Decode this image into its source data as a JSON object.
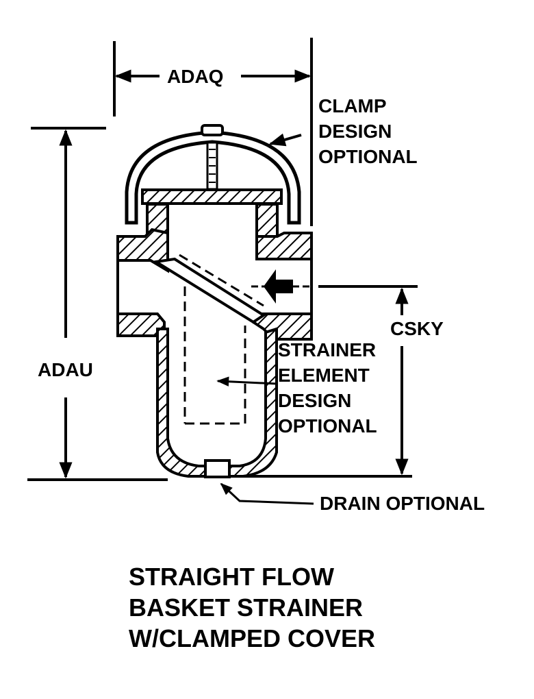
{
  "diagram": {
    "title_lines": [
      "STRAIGHT FLOW",
      "BASKET STRAINER",
      "W/CLAMPED COVER"
    ],
    "dimensions": {
      "width_top": "ADAQ",
      "overall_height": "ADAU",
      "inlet_centerline_height": "CSKY"
    },
    "callouts": {
      "clamp": [
        "CLAMP",
        "DESIGN",
        "OPTIONAL"
      ],
      "strainer_element": [
        "STRAINER",
        "ELEMENT",
        "DESIGN",
        "OPTIONAL"
      ],
      "drain": "DRAIN OPTIONAL"
    },
    "colors": {
      "ink": "#000000",
      "paper": "#ffffff"
    }
  }
}
